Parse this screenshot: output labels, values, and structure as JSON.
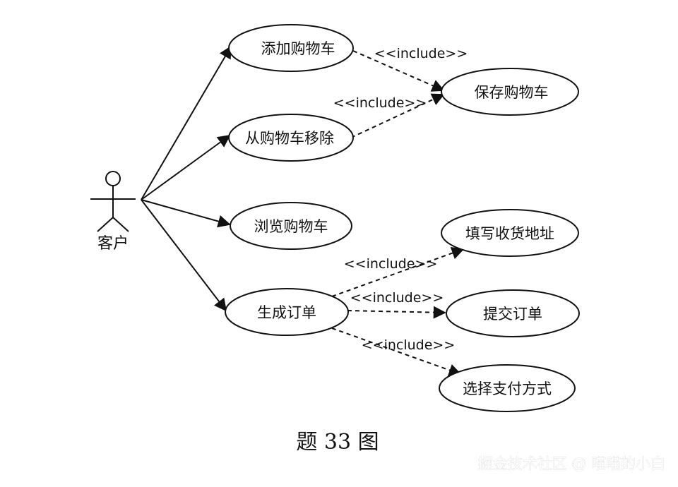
{
  "actor": {
    "label": "客户"
  },
  "use_cases": {
    "add_to_cart": "添加购物车",
    "remove_from_cart": "从购物车移除",
    "browse_cart": "浏览购物车",
    "generate_order": "生成订单",
    "save_cart": "保存购物车",
    "fill_address": "填写收货地址",
    "submit_order": "提交订单",
    "choose_payment": "选择支付方式"
  },
  "relations": {
    "include_1": "<<include>>",
    "include_2": "<<include>>",
    "include_3": "<<include>>",
    "include_4": "<<include>>",
    "include_5": "<<include>>"
  },
  "caption": "题 33 图",
  "watermark": "掘金技术社区 @ 喵喵的小白"
}
